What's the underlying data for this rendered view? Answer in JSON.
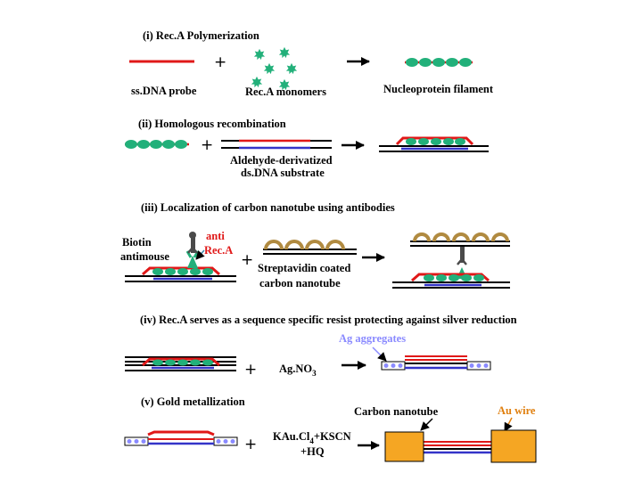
{
  "colors": {
    "red": "#e01818",
    "green": "#22b07a",
    "blue": "#3434c8",
    "black": "#000000",
    "arc": "#b08a40",
    "antibody": "#4a4a4a",
    "ag": "#8a8aff",
    "orange": "#f5a623"
  },
  "section1": {
    "title": "(i) Rec.A Polymerization",
    "ssdna_label": "ss.DNA probe",
    "monomers_label": "Rec.A monomers",
    "filament_label": "Nucleoprotein filament"
  },
  "section2": {
    "title": "(ii) Homologous recombination",
    "substrate_line1": "Aldehyde-derivatized",
    "substrate_line2": "ds.DNA substrate"
  },
  "section3": {
    "title": "(iii) Localization of carbon nanotube using antibodies",
    "biotin_line1": "Biotin",
    "biotin_line2": "antimouse",
    "anti_line1": "anti",
    "anti_line2": "Rec.A",
    "strep_line1": "Streptavidin coated",
    "strep_line2": "carbon nanotube"
  },
  "section4": {
    "title": "(iv) Rec.A serves as a sequence specific resist protecting against silver reduction",
    "ag_label": "Ag aggregates",
    "agno3": "Ag.NO",
    "agno3_sub": "3"
  },
  "section5": {
    "title": "(v) Gold metallization",
    "carbon_label": "Carbon nanotube",
    "au_label": "Au wire",
    "kaucl_a": "KAu.Cl",
    "kaucl_sub": "4",
    "kaucl_b": "+KSCN",
    "hq": "+HQ"
  },
  "plus_sign": "+"
}
